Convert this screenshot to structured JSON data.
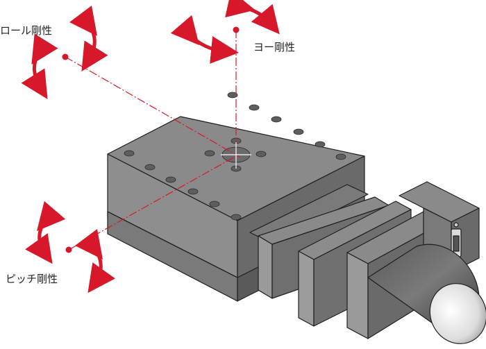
{
  "labels": {
    "roll": "ロール剛性",
    "yaw": "ヨー剛性",
    "pitch": "ピッチ剛性"
  },
  "colors": {
    "accent": "#d7182a",
    "body_dark": "#6e6e6e",
    "body_mid": "#8c8c8c",
    "body_light": "#a6a6a6",
    "outline": "#1e1e1e"
  },
  "icons": [
    "rotation-arrow-icon",
    "axis-pivot-dot-icon"
  ]
}
